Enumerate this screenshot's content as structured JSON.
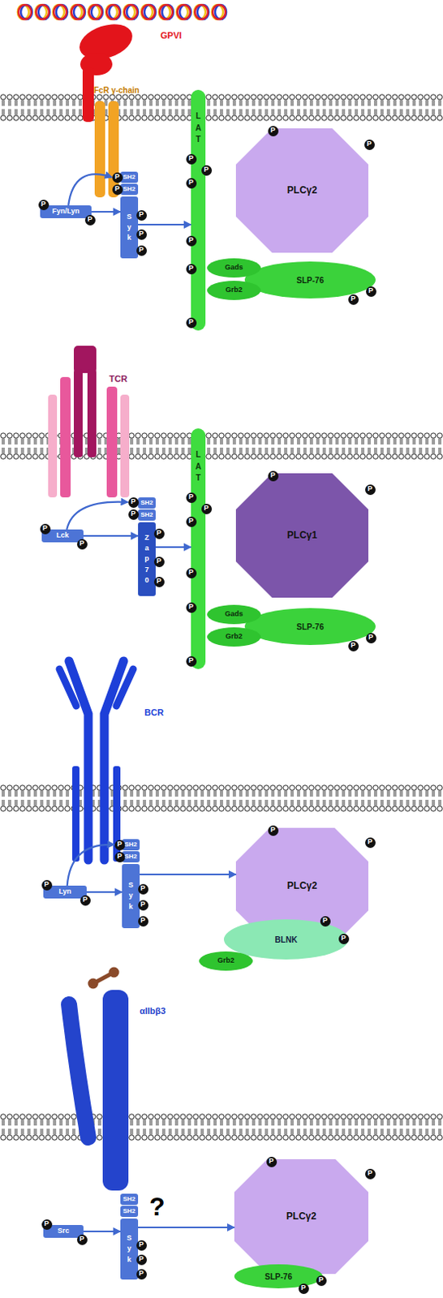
{
  "diagram": {
    "nodes": [
      {
        "text": [
          "GPVI"
        ]
      },
      {
        "text": [
          "FcR γ-chain"
        ]
      },
      {
        "text": [
          "P"
        ]
      },
      {
        "text": [
          "P"
        ]
      },
      {
        "text": [
          "SH2"
        ]
      },
      {
        "text": [
          "SH2"
        ]
      },
      {
        "text": [
          "Syk"
        ]
      },
      {
        "text": [
          "P"
        ]
      },
      {
        "text": [
          "P"
        ]
      },
      {
        "text": [
          "P"
        ]
      },
      {
        "text": [
          "Fyn/Lyn"
        ]
      },
      {
        "text": [
          "P"
        ]
      },
      {
        "text": [
          "P"
        ]
      },
      {
        "text": [
          "LAT"
        ]
      },
      {
        "text": [
          "P"
        ]
      },
      {
        "text": [
          "P"
        ]
      },
      {
        "text": [
          "P"
        ]
      },
      {
        "text": [
          "P"
        ]
      },
      {
        "text": [
          "P"
        ]
      },
      {
        "text": [
          "P"
        ]
      },
      {
        "text": [
          "PLCγ2"
        ]
      },
      {
        "text": [
          "P"
        ]
      },
      {
        "text": [
          "P"
        ]
      },
      {
        "text": [
          "Gads"
        ]
      },
      {
        "text": [
          "Grb2"
        ]
      },
      {
        "text": [
          "SLP-76"
        ]
      },
      {
        "text": [
          "P"
        ]
      },
      {
        "text": [
          "P"
        ]
      },
      {
        "text": [
          "TCR"
        ]
      },
      {
        "text": [
          "P"
        ]
      },
      {
        "text": [
          "P"
        ]
      },
      {
        "text": [
          "SH2"
        ]
      },
      {
        "text": [
          "SH2"
        ]
      },
      {
        "text": [
          "Zap70"
        ]
      },
      {
        "text": [
          "P"
        ]
      },
      {
        "text": [
          "P"
        ]
      },
      {
        "text": [
          "P"
        ]
      },
      {
        "text": [
          "Lck"
        ]
      },
      {
        "text": [
          "P"
        ]
      },
      {
        "text": [
          "P"
        ]
      },
      {
        "text": [
          "LAT"
        ]
      },
      {
        "text": [
          "P"
        ]
      },
      {
        "text": [
          "P"
        ]
      },
      {
        "text": [
          "P"
        ]
      },
      {
        "text": [
          "P"
        ]
      },
      {
        "text": [
          "P"
        ]
      },
      {
        "text": [
          "P"
        ]
      },
      {
        "text": [
          "PLCγ1"
        ]
      },
      {
        "text": [
          "P"
        ]
      },
      {
        "text": [
          "P"
        ]
      },
      {
        "text": [
          "Gads"
        ]
      },
      {
        "text": [
          "Grb2"
        ]
      },
      {
        "text": [
          "SLP-76"
        ]
      },
      {
        "text": [
          "P"
        ]
      },
      {
        "text": [
          "P"
        ]
      },
      {
        "text": [
          "BCR"
        ]
      },
      {
        "text": [
          "P"
        ]
      },
      {
        "text": [
          "P"
        ]
      },
      {
        "text": [
          "SH2"
        ]
      },
      {
        "text": [
          "SH2"
        ]
      },
      {
        "text": [
          "Syk"
        ]
      },
      {
        "text": [
          "P"
        ]
      },
      {
        "text": [
          "P"
        ]
      },
      {
        "text": [
          "P"
        ]
      },
      {
        "text": [
          "Lyn"
        ]
      },
      {
        "text": [
          "P"
        ]
      },
      {
        "text": [
          "P"
        ]
      },
      {
        "text": [
          "PLCγ2"
        ]
      },
      {
        "text": [
          "P"
        ]
      },
      {
        "text": [
          "P"
        ]
      },
      {
        "text": [
          "BLNK"
        ]
      },
      {
        "text": [
          "P"
        ]
      },
      {
        "text": [
          "P"
        ]
      },
      {
        "text": [
          "Grb2"
        ]
      },
      {
        "text": [
          "αIIbβ3"
        ]
      },
      {
        "text": [
          "SH2"
        ]
      },
      {
        "text": [
          "SH2"
        ]
      },
      {
        "text": [
          "Syk"
        ]
      },
      {
        "text": [
          "P"
        ]
      },
      {
        "text": [
          "P"
        ]
      },
      {
        "text": [
          "P"
        ]
      },
      {
        "text": [
          "Src"
        ]
      },
      {
        "text": [
          "P"
        ]
      },
      {
        "text": [
          "P"
        ]
      },
      {
        "text": [
          "PLCγ2"
        ]
      },
      {
        "text": [
          "P"
        ]
      },
      {
        "text": [
          "P"
        ]
      },
      {
        "text": [
          "SLP-76"
        ]
      },
      {
        "text": [
          "P"
        ]
      },
      {
        "text": [
          "P"
        ]
      }
    ],
    "edges": [
      {
        "from": 10,
        "to": 2,
        "arrow": "to"
      },
      {
        "from": 10,
        "to": 6,
        "arrow": "to"
      },
      {
        "from": 6,
        "to": 13,
        "arrow": "to"
      },
      {
        "from": 37,
        "to": 29,
        "arrow": "to"
      },
      {
        "from": 37,
        "to": 33,
        "arrow": "to"
      },
      {
        "from": 33,
        "to": 40,
        "arrow": "to"
      },
      {
        "from": 64,
        "to": 56,
        "arrow": "to"
      },
      {
        "from": 64,
        "to": 60,
        "arrow": "to"
      },
      {
        "from": 60,
        "to": 67,
        "arrow": "to"
      },
      {
        "from": 81,
        "to": 77,
        "arrow": "to"
      },
      {
        "from": 77,
        "to": 84,
        "label": "?",
        "arrow": "to"
      }
    ]
  }
}
